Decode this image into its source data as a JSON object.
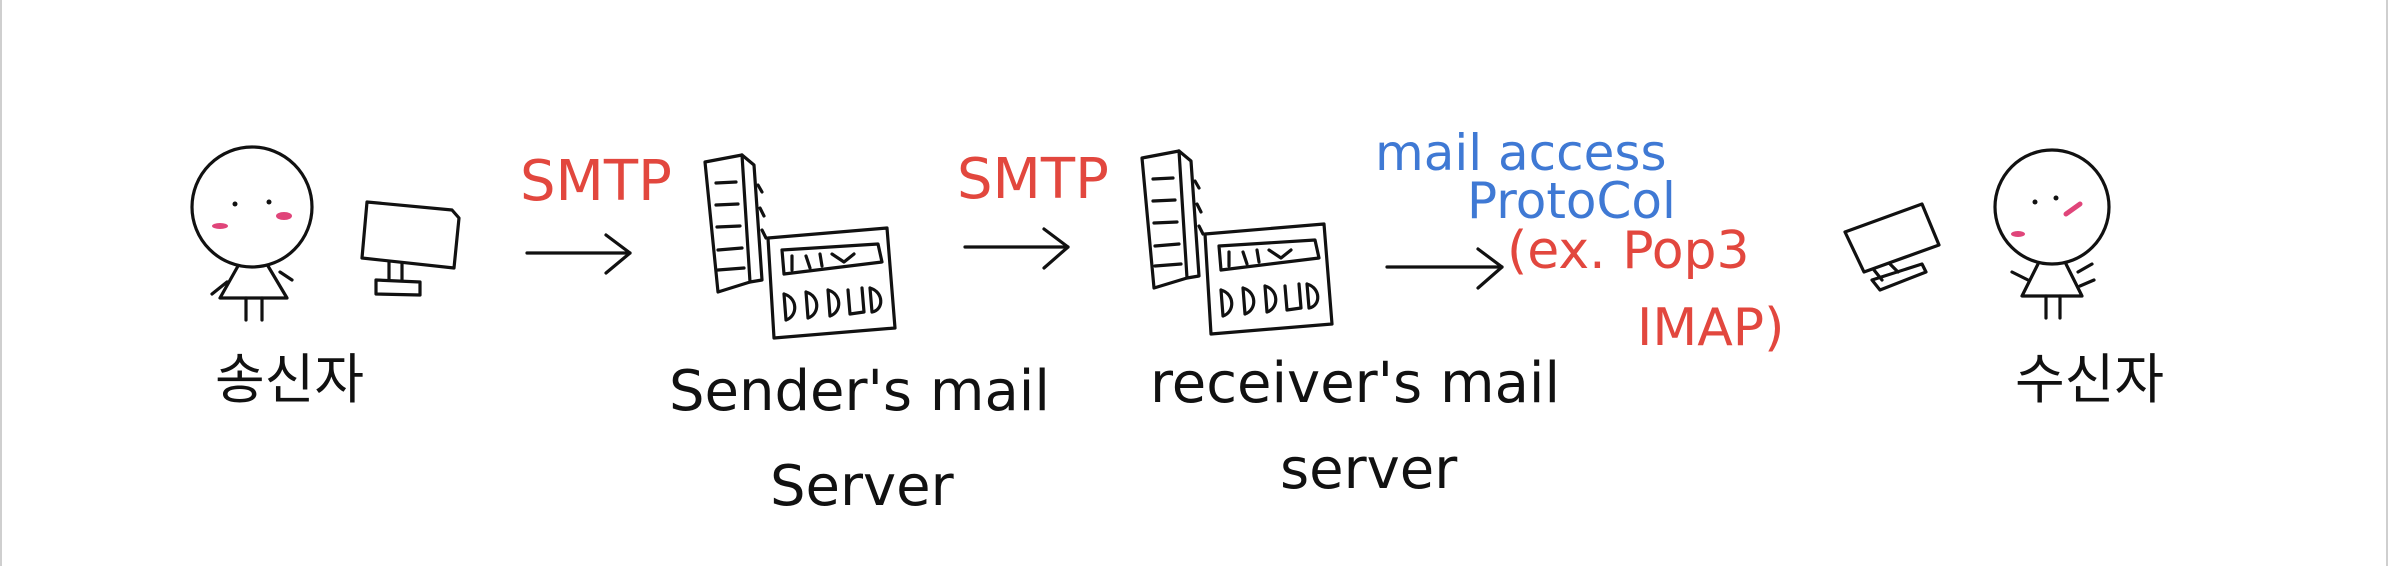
{
  "labels": {
    "sender": "송신자",
    "receiver": "수신자",
    "sender_server_line1": "Sender's mail",
    "sender_server_line2": "Server",
    "receiver_server_line1": "receiver's mail",
    "receiver_server_line2": "server",
    "protocol_1": "SMTP",
    "protocol_2": "SMTP",
    "access_line1": "mail access",
    "access_line2": "ProtoCol",
    "access_example_line1": "(ex. Pop3",
    "access_example_line2": "IMAP)"
  },
  "colors": {
    "ink": "#111111",
    "protocol_red": "#e2473e",
    "access_blue": "#3f79d4",
    "cheek_pink": "#e0457a"
  }
}
